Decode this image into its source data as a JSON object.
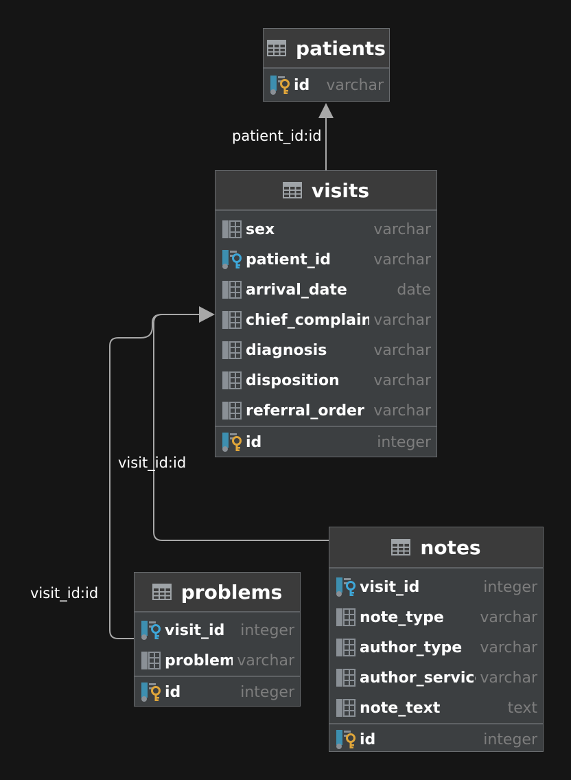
{
  "colors": {
    "background": "#151515",
    "entity_body": "#3c3f41",
    "entity_header": "#3b3b3b",
    "text": "#ffffff",
    "type_text": "#7d7d7d",
    "connector": "#a8a8a8",
    "key_gold": "#e0a63a",
    "key_blue": "#3ea7d8"
  },
  "entities": {
    "patients": {
      "name": "patients",
      "columns": [],
      "pk": {
        "name": "id",
        "type": "varchar",
        "icon": "primary-key-icon"
      }
    },
    "visits": {
      "name": "visits",
      "columns": [
        {
          "name": "sex",
          "type": "varchar",
          "icon": "column-icon"
        },
        {
          "name": "patient_id",
          "type": "varchar",
          "icon": "foreign-key-icon"
        },
        {
          "name": "arrival_date",
          "type": "date",
          "icon": "column-icon"
        },
        {
          "name": "chief_complaint",
          "type": "varchar",
          "icon": "column-icon"
        },
        {
          "name": "diagnosis",
          "type": "varchar",
          "icon": "column-icon"
        },
        {
          "name": "disposition",
          "type": "varchar",
          "icon": "column-icon"
        },
        {
          "name": "referral_order",
          "type": "varchar",
          "icon": "column-icon"
        }
      ],
      "pk": {
        "name": "id",
        "type": "integer",
        "icon": "primary-key-icon"
      }
    },
    "notes": {
      "name": "notes",
      "columns": [
        {
          "name": "visit_id",
          "type": "integer",
          "icon": "foreign-key-icon"
        },
        {
          "name": "note_type",
          "type": "varchar",
          "icon": "column-icon"
        },
        {
          "name": "author_type",
          "type": "varchar",
          "icon": "column-icon"
        },
        {
          "name": "author_service",
          "type": "varchar",
          "icon": "column-icon"
        },
        {
          "name": "note_text",
          "type": "text",
          "icon": "column-icon"
        }
      ],
      "pk": {
        "name": "id",
        "type": "integer",
        "icon": "primary-key-icon"
      }
    },
    "problems": {
      "name": "problems",
      "columns": [
        {
          "name": "visit_id",
          "type": "integer",
          "icon": "foreign-key-icon"
        },
        {
          "name": "problem",
          "type": "varchar",
          "icon": "column-icon"
        }
      ],
      "pk": {
        "name": "id",
        "type": "integer",
        "icon": "primary-key-icon"
      }
    }
  },
  "relations": [
    {
      "label": "patient_id:id",
      "from": "visits",
      "to": "patients"
    },
    {
      "label": "visit_id:id",
      "from": "notes",
      "to": "visits"
    },
    {
      "label": "visit_id:id",
      "from": "problems",
      "to": "visits"
    }
  ]
}
